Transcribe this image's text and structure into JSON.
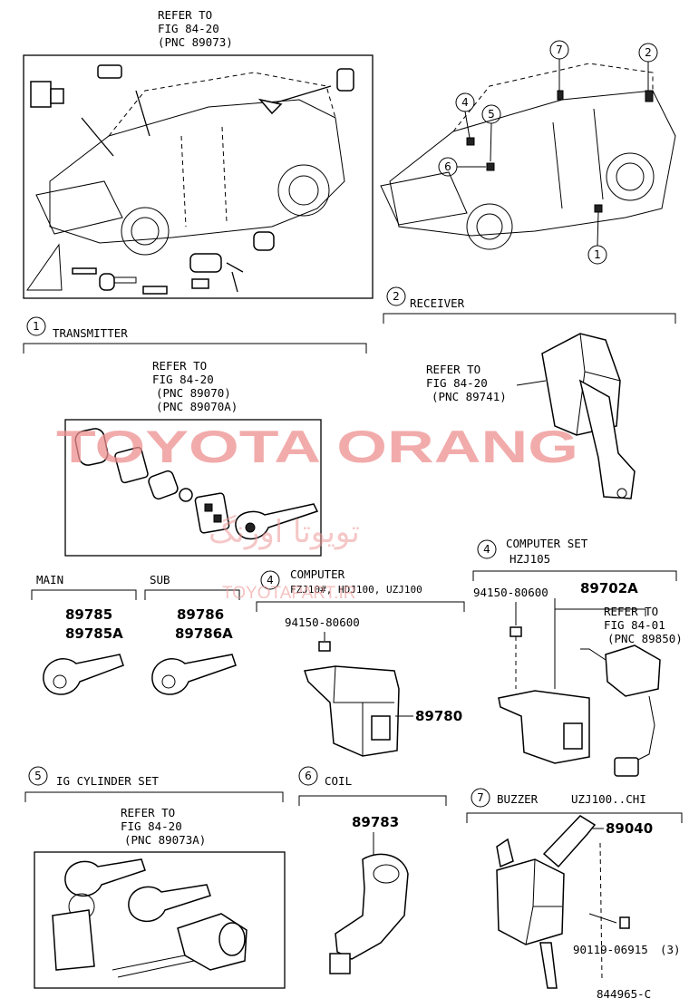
{
  "top_left_ref": {
    "line1": "REFER TO",
    "line2": "FIG 84-20",
    "line3": "(PNC 89073)"
  },
  "callouts": [
    "1",
    "2",
    "4",
    "5",
    "6",
    "7"
  ],
  "receiver": {
    "num": "2",
    "title": "RECEIVER",
    "ref1": "REFER TO",
    "ref2": "FIG 84-20",
    "ref3": "(PNC 89741)"
  },
  "transmitter": {
    "num": "1",
    "title": "TRANSMITTER",
    "ref1": "REFER TO",
    "ref2": "FIG 84-20",
    "ref3": "(PNC 89070)",
    "ref4": "(PNC 89070A)"
  },
  "main_key": {
    "title": "MAIN",
    "pn1": "89785",
    "pn2": "89785A"
  },
  "sub_key": {
    "title": "SUB",
    "pn1": "89786",
    "pn2": "89786A"
  },
  "computer_fzj": {
    "num": "4",
    "title": "COMPUTER",
    "models": "FZJ10#, HDJ100, UZJ100",
    "bolt": "94150-80600",
    "pn": "89780"
  },
  "computer_set": {
    "num": "4",
    "title": "COMPUTER SET",
    "model": "HZJ105",
    "bolt": "94150-80600",
    "pn": "89702A",
    "ref1": "REFER TO",
    "ref2": "FIG 84-01",
    "ref3": "(PNC 89850)"
  },
  "ig_cylinder": {
    "num": "5",
    "title": "IG CYLINDER SET",
    "ref1": "REFER TO",
    "ref2": "FIG 84-20",
    "ref3": "(PNC 89073A)"
  },
  "coil": {
    "num": "6",
    "title": "COIL",
    "pn": "89783"
  },
  "buzzer": {
    "num": "7",
    "title": "BUZZER",
    "model": "UZJ100..CHI",
    "pn": "89040",
    "screw": "90119-06915",
    "screw_qty": "(3)"
  },
  "fig_code": "844965-C",
  "watermark": {
    "brand": "TOYOTA ORANG",
    "arabic": "تویوتا اورنگ",
    "url": "TOYOTAPART.IR"
  }
}
